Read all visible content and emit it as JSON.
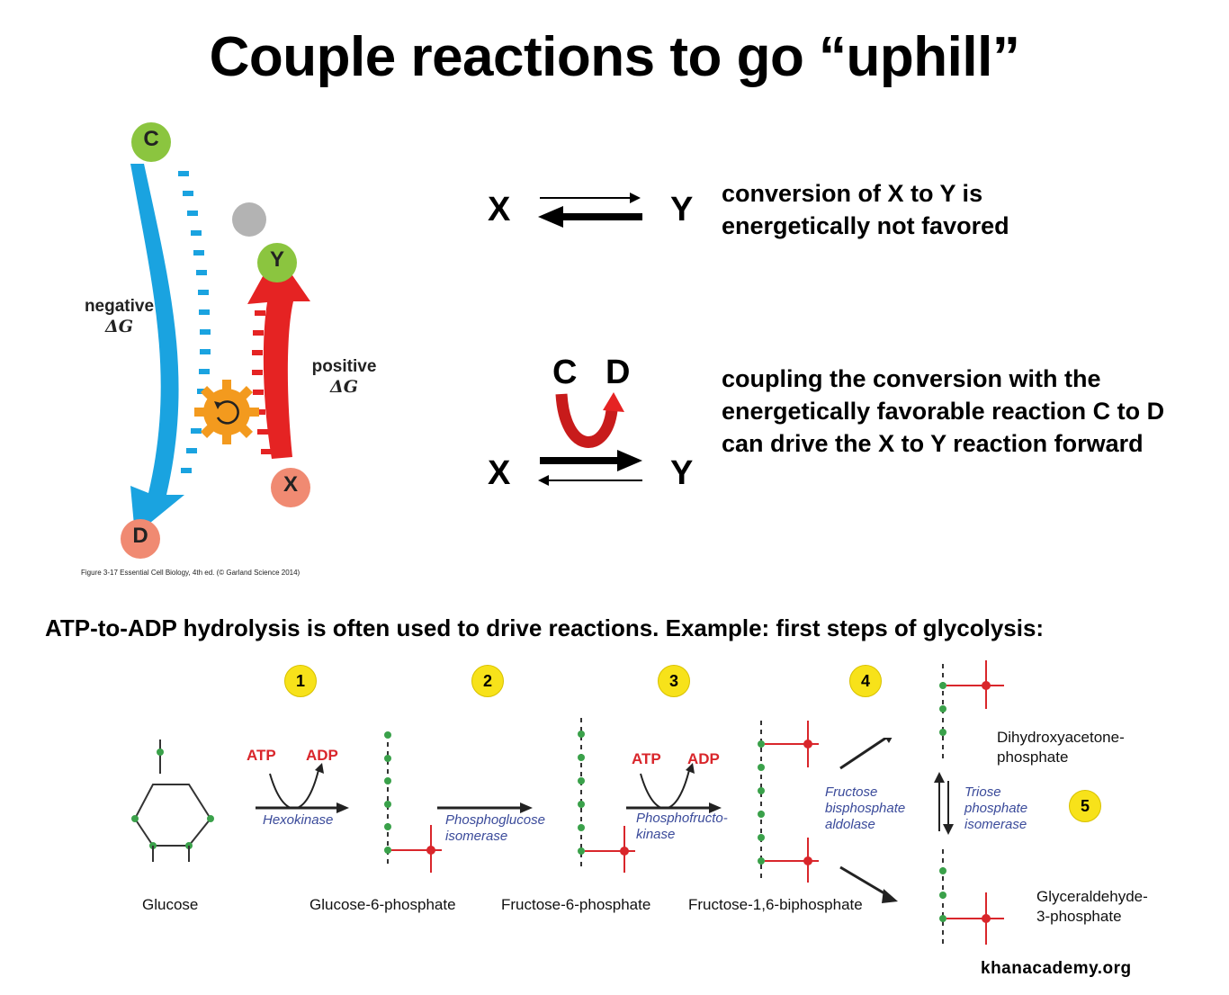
{
  "title": "Couple reactions to go “uphill”",
  "figure": {
    "nodes": {
      "c": "C",
      "d": "D",
      "x": "X",
      "y": "Y"
    },
    "negative_label": "negative",
    "negative_delta": "ΔG",
    "positive_label": "positive",
    "positive_delta": "ΔG",
    "credit": "Figure 3-17  Essential Cell Biology, 4th ed. (© Garland Science 2014)"
  },
  "reaction1": {
    "left": "X",
    "right": "Y",
    "description": [
      "conversion of X to Y is",
      "energetically not favored"
    ]
  },
  "reaction2": {
    "left": "X",
    "right": "Y",
    "coupled_left": "C",
    "coupled_right": "D",
    "description": [
      "coupling the conversion with the",
      "energetically favorable reaction C to D",
      "can drive the X to Y reaction forward"
    ]
  },
  "glycolysis": {
    "heading": "ATP-to-ADP hydrolysis is often used to drive reactions. Example: first steps of glycolysis:",
    "steps": [
      "1",
      "2",
      "3",
      "4",
      "5"
    ],
    "molecules": [
      "Glucose",
      "Glucose-6-phosphate",
      "Fructose-6-phosphate",
      "Fructose-1,6-biphosphate"
    ],
    "products": [
      [
        "Dihydroxyacetone-",
        "phosphate"
      ],
      [
        "Glyceraldehyde-",
        "3-phosphate"
      ]
    ],
    "enzymes": [
      [
        "Hexokinase"
      ],
      [
        "Phosphoglucose",
        "isomerase"
      ],
      [
        "Phosphofructo-",
        "kinase"
      ],
      [
        "Fructose",
        "bisphosphate",
        "aldolase"
      ],
      [
        "Triose",
        "phosphate",
        "isomerase"
      ]
    ],
    "cofactors": {
      "atp": "ATP",
      "adp": "ADP"
    }
  },
  "source": "khanacademy.org",
  "colors": {
    "blue_arrow": "#1aa3e0",
    "red_arrow": "#e52323",
    "gear": "#f39a1e",
    "green_node": "#8bc53f",
    "salmon_node": "#f08a72",
    "step_badge": "#f7e21a",
    "phosphate_red": "#d9262b",
    "carbon_green": "#3aa14a",
    "enzyme_blue": "#3a4a9a"
  }
}
